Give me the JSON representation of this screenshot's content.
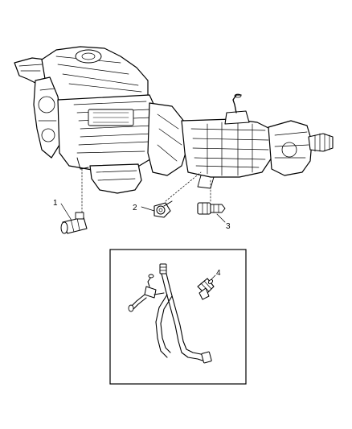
{
  "callouts": {
    "c1": "1",
    "c2": "2",
    "c3": "3",
    "c4": "4"
  },
  "icons": {
    "engine": "engine-transmission-assembly",
    "sensor1": "pressure-sender-switch",
    "sensor2": "position-sensor",
    "sensor3": "backup-lamp-switch",
    "hose": "hose-assembly",
    "fitting": "hose-fitting"
  }
}
